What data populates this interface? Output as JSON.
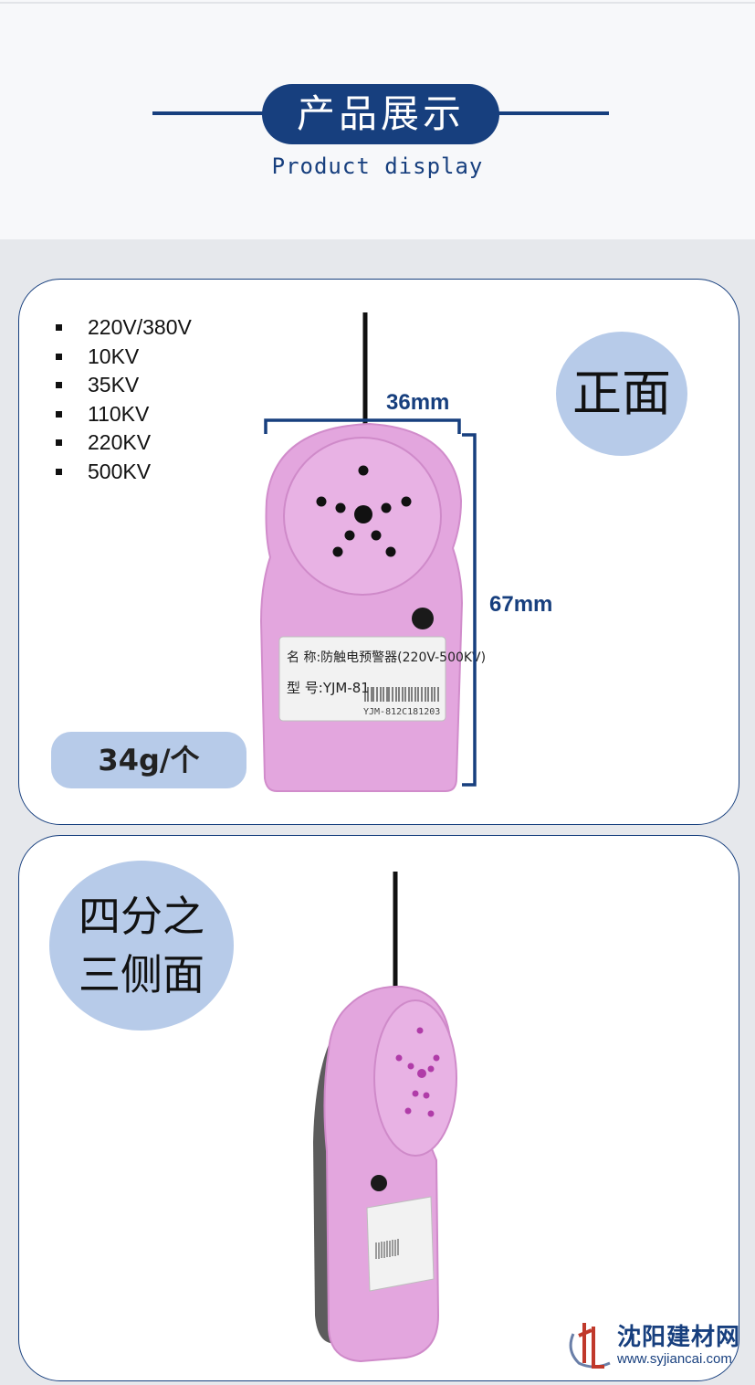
{
  "header": {
    "title": "产品展示",
    "subtitle": "Product display"
  },
  "front_card": {
    "voltages": [
      "220V/380V",
      "10KV",
      "35KV",
      "110KV",
      "220KV",
      "500KV"
    ],
    "view_label": "正面",
    "width_label": "36mm",
    "height_label": "67mm",
    "weight_label": "34g/个",
    "device_label": {
      "name_line": "名 称:防触电预警器(220V-500KV)",
      "model_line": "型 号:YJM-81",
      "serial": "YJM-812C181203"
    }
  },
  "side_card": {
    "view_label_line1": "四分之",
    "view_label_line2": "三侧面"
  },
  "watermark": {
    "name": "沈阳建材网",
    "url": "www.syjiancai.com"
  },
  "colors": {
    "accent": "#173f7e",
    "bubble": "#b7cbe9",
    "device_pink": "#e3a6de"
  }
}
